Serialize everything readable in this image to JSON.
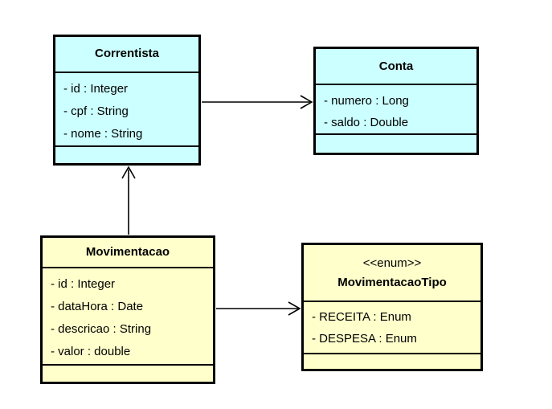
{
  "diagram": {
    "type": "uml-class-diagram",
    "background": "#ffffff",
    "colors": {
      "entity_fill_cyan": "#ccffff",
      "entity_fill_yellow": "#ffffcc",
      "border": "#000000",
      "text": "#000000"
    },
    "classes": [
      {
        "name": "Correntista",
        "stereotype": "",
        "fill": "#ccffff",
        "attributes": [
          "- id : Integer",
          "- cpf : String",
          "- nome : String"
        ],
        "methods": []
      },
      {
        "name": "Conta",
        "stereotype": "",
        "fill": "#ccffff",
        "attributes": [
          "- numero : Long",
          "- saldo : Double"
        ],
        "methods": []
      },
      {
        "name": "Movimentacao",
        "stereotype": "",
        "fill": "#ffffcc",
        "attributes": [
          "- id : Integer",
          "- dataHora : Date",
          "- descricao : String",
          "- valor : double"
        ],
        "methods": []
      },
      {
        "name": "MovimentacaoTipo",
        "stereotype": "<<enum>>",
        "fill": "#ffffcc",
        "attributes": [
          "- RECEITA : Enum",
          "- DESPESA : Enum"
        ],
        "methods": []
      }
    ],
    "relationships": [
      {
        "from": "Correntista",
        "to": "Conta",
        "type": "directed-association",
        "arrowhead": "open"
      },
      {
        "from": "Movimentacao",
        "to": "Correntista",
        "type": "directed-association",
        "arrowhead": "open"
      },
      {
        "from": "Movimentacao",
        "to": "MovimentacaoTipo",
        "type": "directed-association",
        "arrowhead": "open"
      }
    ]
  }
}
